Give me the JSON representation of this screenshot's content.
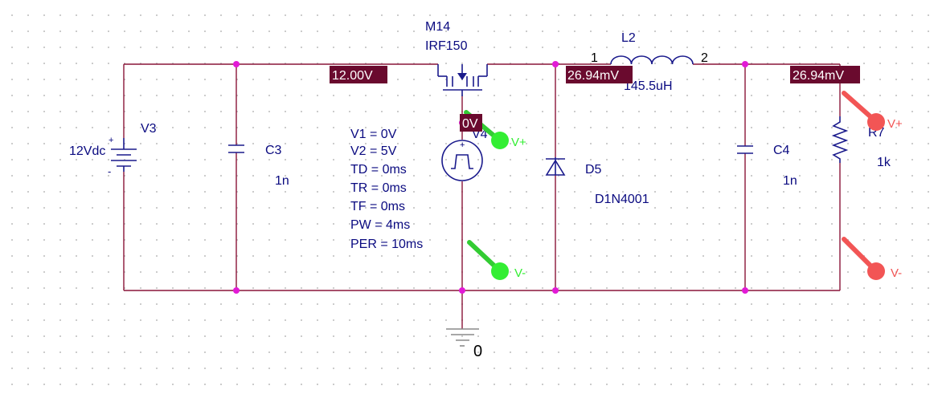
{
  "components": {
    "v3": {
      "ref": "V3",
      "value": "12Vdc",
      "plus": "+",
      "minus": "-"
    },
    "c3": {
      "ref": "C3",
      "value": "1n"
    },
    "m14": {
      "ref": "M14",
      "model": "IRF150"
    },
    "v4": {
      "ref": "V4",
      "params": [
        "V1 = 0V",
        "V2 = 5V",
        "TD = 0ms",
        "TR = 0ms",
        "TF = 0ms",
        "PW = 4ms",
        "PER = 10ms"
      ]
    },
    "d5": {
      "ref": "D5",
      "model": "D1N4001"
    },
    "l2": {
      "ref": "L2",
      "value": "145.5uH",
      "pin1": "1",
      "pin2": "2"
    },
    "c4": {
      "ref": "C4",
      "value": "1n"
    },
    "r7": {
      "ref": "R7",
      "value": "1k"
    },
    "ground": {
      "label": "0"
    }
  },
  "voltage_flags": {
    "input": "12.00V",
    "switch_node": "26.94mV",
    "output": "26.94mV",
    "gate": "0V"
  },
  "probes": {
    "v4_plus": "V+",
    "v4_minus": "V-",
    "r7_plus": "V+",
    "r7_minus": "V-"
  },
  "colors": {
    "wire": "#8a1538",
    "component": "#1a1a8c",
    "node": "#e21ad6",
    "flag": "#6a0a2e",
    "probe_voltage_pos": "#33ee33",
    "probe_differential": "#f25555"
  }
}
